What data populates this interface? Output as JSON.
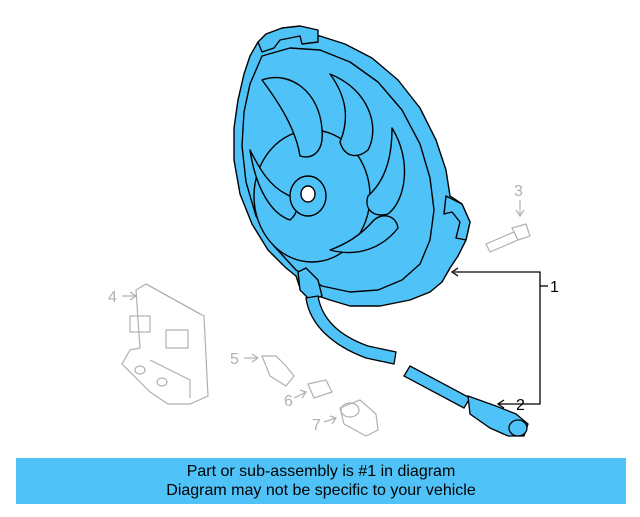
{
  "diagram": {
    "callouts": [
      {
        "id": "callout-1",
        "text": "1",
        "emphasis": true
      },
      {
        "id": "callout-2",
        "text": "2",
        "emphasis": true
      },
      {
        "id": "callout-3",
        "text": "3",
        "emphasis": false
      },
      {
        "id": "callout-4",
        "text": "4",
        "emphasis": false
      },
      {
        "id": "callout-5",
        "text": "5",
        "emphasis": false
      },
      {
        "id": "callout-6",
        "text": "6",
        "emphasis": false
      },
      {
        "id": "callout-7",
        "text": "7",
        "emphasis": false
      }
    ],
    "colors": {
      "highlight_fill": "#4fc3f7",
      "highlight_stroke": "#000000",
      "faded_stroke": "#b0b0b0",
      "banner_bg": "#4fc3f7"
    }
  },
  "banner": {
    "line1": "Part or sub-assembly is #1 in diagram",
    "line2": "Diagram may not be specific to your vehicle"
  }
}
